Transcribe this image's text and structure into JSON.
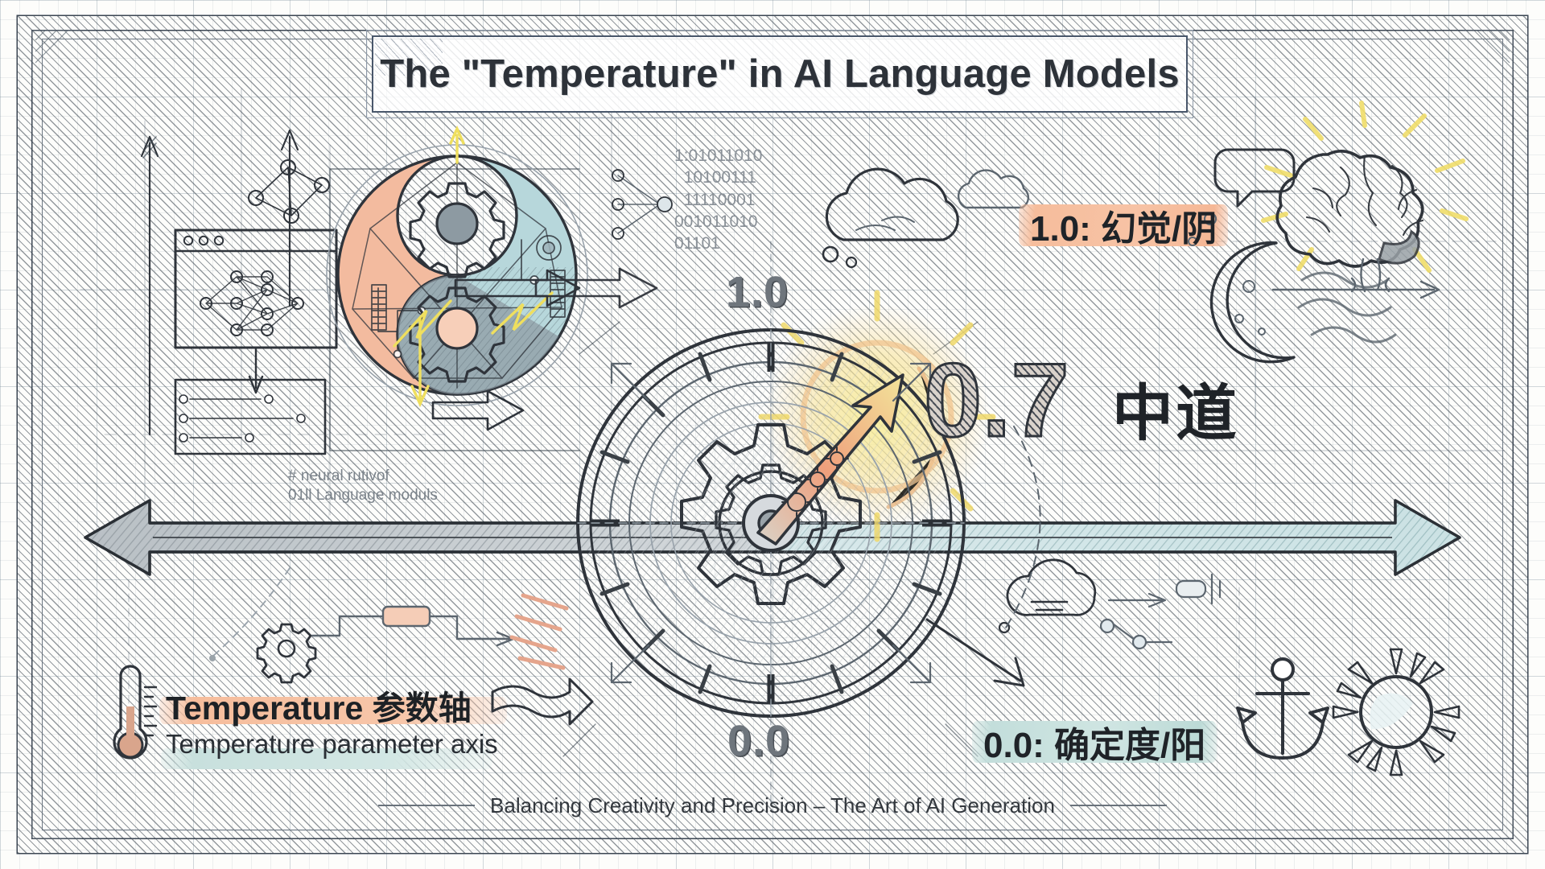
{
  "page": {
    "title": "The \"Temperature\" in AI Language Models",
    "caption": "Balancing Creativity and Precision – The Art of AI Generation"
  },
  "colors": {
    "peach": "#f6bd9c",
    "teal": "#c3dedb",
    "yellow": "#f6eaa4",
    "ink": "#2f343b",
    "paper": "#fdfdfb",
    "grid": "#7d8a94"
  },
  "gauge": {
    "max_label": "1.0",
    "min_label": "0.0",
    "needle_value": "0.7",
    "needle_cn": "中道",
    "center_icon": "gear-icon",
    "needle_icon": "needle-arrow-icon"
  },
  "badges": {
    "high": {
      "label": "1.0: 幻觉/阴",
      "highlight": "peach"
    },
    "low": {
      "label": "0.0: 确定度/阳",
      "highlight": "teal"
    }
  },
  "legend": {
    "icon": "thermometer-icon",
    "cn_label": "Temperature 参数轴",
    "en_label": "Temperature parameter axis",
    "cn_highlight": "peach",
    "en_highlight": "teal"
  },
  "sketch_notes": {
    "code_note": "# neural rutivof\n01ll Language moduls",
    "binary": "1:01011010\n  10100111\n  11110001\n001011010\n01101"
  },
  "icons": {
    "yin_yang": "yin-yang-gears-icon",
    "neural_window": "neural-network-window-icon",
    "node_graph": "node-graph-icon",
    "chart_panel": "chart-panel-icon",
    "cloud": "cloud-icon",
    "brain": "brain-icon",
    "moon": "crescent-moon-icon",
    "speech_bubble": "speech-bubble-icon",
    "thought_bubble": "thought-bubble-icon",
    "anchor": "anchor-icon",
    "sun": "sun-icon",
    "small_gear": "small-gear-icon",
    "axis_arrow": "double-headed-axis-arrow-icon",
    "burst": "sun-burst-icon"
  },
  "chart_data": {
    "type": "gauge",
    "title": "The \"Temperature\" in AI Language Models",
    "subtitle": "Balancing Creativity and Precision – The Art of AI Generation",
    "axis_label_cn": "Temperature 参数轴",
    "axis_label_en": "Temperature parameter axis",
    "min": 0.0,
    "max": 1.0,
    "value": 0.7,
    "value_label": "0.7",
    "value_name_cn": "中道",
    "ticks": [
      0.0,
      1.0
    ],
    "tick_labels": [
      "0.0",
      "1.0"
    ],
    "annotations": [
      {
        "at": 1.0,
        "text": "1.0: 幻觉/阴",
        "color": "#f6bd9c"
      },
      {
        "at": 0.7,
        "text": "0.7 中道",
        "color": "#f6eaa4"
      },
      {
        "at": 0.0,
        "text": "0.0: 确定度/阳",
        "color": "#c3dedb"
      }
    ],
    "legend": [
      "1.0: 幻觉/阴",
      "0.0: 确定度/阳"
    ],
    "grid": true,
    "style": "hand-drawn blueprint sketch"
  }
}
